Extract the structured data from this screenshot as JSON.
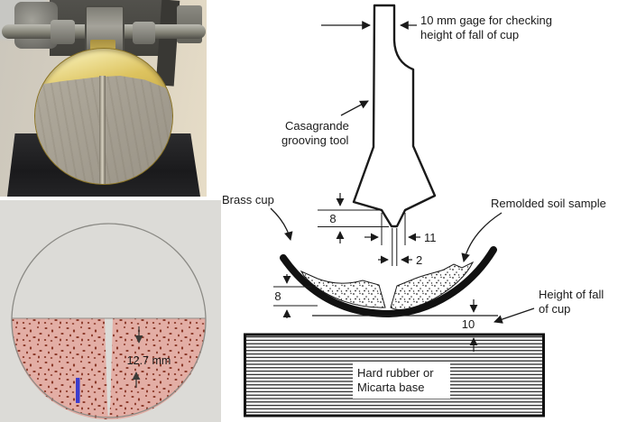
{
  "figure": {
    "plan_view": {
      "groove_width_label": "12.7 mm"
    },
    "section": {
      "gage_note": [
        "10 mm gage for checking",
        "height of fall of cup"
      ],
      "grooving_tool_label": [
        "Casagrande",
        "grooving tool"
      ],
      "brass_cup_label": "Brass cup",
      "soil_sample_label": "Remolded soil sample",
      "fall_height_label": [
        "Height of fall",
        "of cup"
      ],
      "base_label": [
        "Hard rubber or",
        "Micarta base"
      ],
      "dimensions": {
        "tool_tip_height_mm": "8",
        "groove_top_width_mm": "11",
        "groove_bottom_width_mm": "2",
        "soil_depth_mm": "8",
        "cup_fall_height_mm": "10"
      }
    },
    "colors": {
      "ink": "#1a1a1a",
      "plan_background": "#dcdbd7",
      "plan_soil": "#e3aea5",
      "plan_soil_speckle": "#8a3828",
      "plan_marker": "#3c3ccd",
      "photo_brass": "#d8bc54",
      "photo_soil": "#a8a296",
      "photo_base": "#1d1d1f"
    }
  }
}
